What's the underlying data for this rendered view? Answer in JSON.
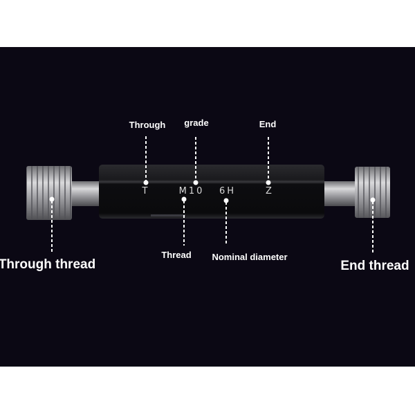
{
  "colors": {
    "background": "#0b0814",
    "label": "#ffffff",
    "steel": "#b9b9bb",
    "body": "#111114"
  },
  "gauge_markings": {
    "through": "T",
    "thread": "M10",
    "grade": "6H",
    "end": "Z"
  },
  "callouts": {
    "through": "Through",
    "grade": "grade",
    "end": "End",
    "thread": "Thread",
    "nominal_diameter": "Nominal diameter",
    "through_thread": "Through thread",
    "end_thread": "End thread"
  }
}
